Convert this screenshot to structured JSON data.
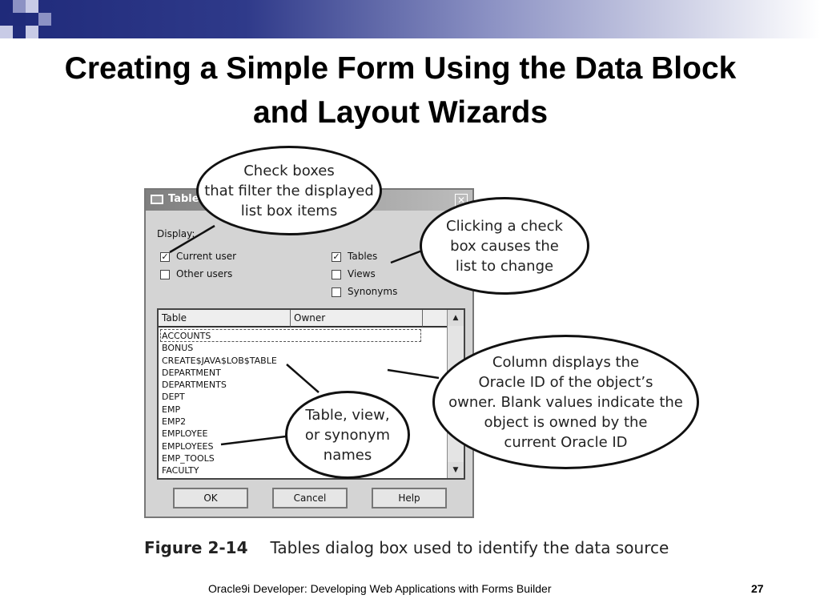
{
  "slide": {
    "title_line1": "Creating a Simple Form Using the Data Block",
    "title_line2": "and Layout Wizards",
    "footer_text": "Oracle9i Developer: Developing Web Applications with Forms Builder",
    "page_number": "27"
  },
  "dialog": {
    "title": "Tables",
    "display_label": "Display:",
    "checkboxes_left": [
      {
        "label": "Current user",
        "checked": true
      },
      {
        "label": "Other users",
        "checked": false
      }
    ],
    "checkboxes_right": [
      {
        "label": "Tables",
        "checked": true
      },
      {
        "label": "Views",
        "checked": false
      },
      {
        "label": "Synonyms",
        "checked": false
      }
    ],
    "columns": [
      "Table",
      "Owner"
    ],
    "rows": [
      "ACCOUNTS",
      "BONUS",
      "CREATE$JAVA$LOB$TABLE",
      "DEPARTMENT",
      "DEPARTMENTS",
      "DEPT",
      "EMP",
      "EMP2",
      "EMPLOYEE",
      "EMPLOYEES",
      "EMP_TOOLS",
      "FACULTY"
    ],
    "buttons": [
      "OK",
      "Cancel",
      "Help"
    ]
  },
  "callouts": {
    "check_boxes": "Check boxes\nthat filter the displayed\nlist box items",
    "clicking": "Clicking a check\nbox causes the\nlist to change",
    "column": "Column displays the\nOracle ID of the object’s\nowner. Blank values indicate the\nobject is owned by the\ncurrent Oracle ID",
    "names": "Table, view,\nor synonym\nnames"
  },
  "caption": {
    "figure": "Figure 2-14",
    "text": "Tables dialog box used to identify the data source"
  },
  "colors": {
    "accent": "#1f2a7a",
    "accent_light": "#8c92c4"
  }
}
